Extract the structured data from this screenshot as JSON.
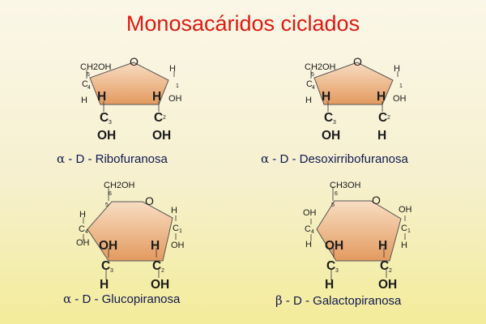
{
  "title": "Monosacáridos ciclados",
  "colors": {
    "title": "#dd1a12",
    "ring_top": "#f8ddc2",
    "ring_bottom": "#e39a5f",
    "caption": "#111850"
  },
  "ribofuranosa": {
    "caption_greek": "α",
    "caption_text": " - D - Ribofuranosa",
    "ch2oh": "CH2OH",
    "c5_num": "5",
    "c4": "C",
    "c4_num": "4",
    "c4_h": "H",
    "ring_o": "O",
    "c1_h": "H",
    "c1_num": "1",
    "c1_oh": "OH",
    "c3_h": "H",
    "c3": "C",
    "c3_num": "3",
    "c3_oh": "OH",
    "c2_h": "H",
    "c2": "C",
    "c2_num": "2",
    "c2_oh": "OH"
  },
  "desoxirribofuranosa": {
    "caption_greek": "α",
    "caption_text": " - D - Desoxirribofuranosa",
    "ch2oh": "CH2OH",
    "c5_num": "5",
    "c4": "C",
    "c4_num": "4",
    "c4_h": "H",
    "ring_o": "O",
    "c1_h": "H",
    "c1_num": "1",
    "c1_oh": "OH",
    "c3_h": "H",
    "c3": "C",
    "c3_num": "3",
    "c3_oh": "OH",
    "c2_h": "H",
    "c2": "C",
    "c2_num": "2",
    "c2_h2": "H"
  },
  "glucopiranosa": {
    "caption_greek": "α",
    "caption_text": " - D - Glucopiranosa",
    "ch2oh": "CH2OH",
    "c6_num": "6",
    "c5_num": "5",
    "ring_o": "O",
    "c4_h": "H",
    "c4": "C",
    "c4_num": "4",
    "c4_oh": "OH",
    "c1_h": "H",
    "c1": "C",
    "c1_num": "1",
    "c1_oh": "OH",
    "c3_oh": "OH",
    "c3": "C",
    "c3_num": "3",
    "c3_h": "H",
    "c2_h": "H",
    "c2": "C",
    "c2_num": "2",
    "c2_oh": "OH"
  },
  "galactopiranosa": {
    "caption_greek": "β",
    "caption_text": " - D - Galactopiranosa",
    "ch2oh": "CH3OH",
    "c6_num": "6",
    "c5_num": "5",
    "ring_o": "O",
    "c4_oh": "OH",
    "c4": "C",
    "c4_num": "4",
    "c4_h": "H",
    "c1_oh": "OH",
    "c1": "C",
    "c1_num": "1",
    "c1_h": "H",
    "c3_oh": "OH",
    "c3": "C",
    "c3_num": "3",
    "c3_h": "H",
    "c2_h": "H",
    "c2": "C",
    "c2_num": "2",
    "c2_oh": "OH"
  }
}
